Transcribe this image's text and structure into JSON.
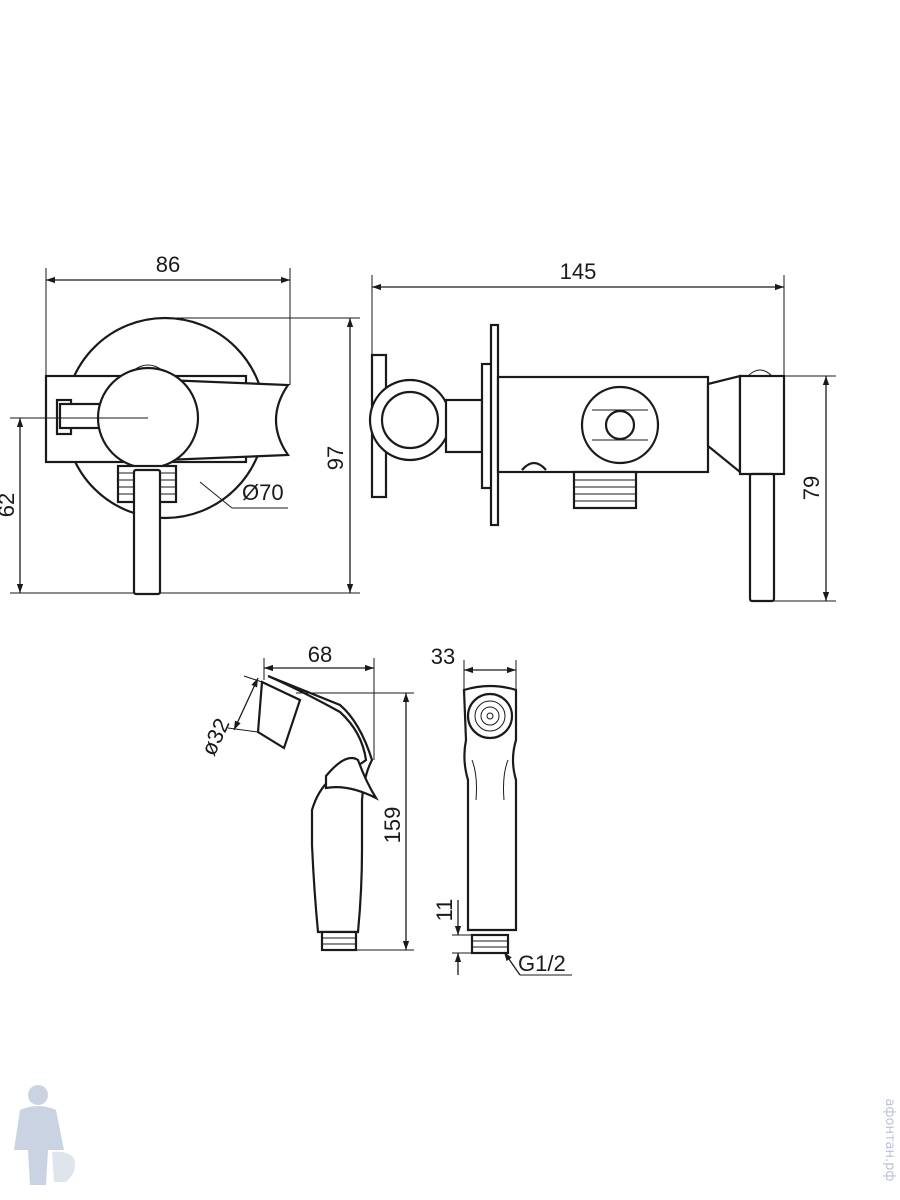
{
  "dimensions": {
    "front_width": "86",
    "front_height": "97",
    "lever_height": "62",
    "flange_diameter": "Ø70",
    "side_length": "145",
    "side_height": "79",
    "handle_depth": "68",
    "handle_head_diameter": "ø32",
    "handle_length": "159",
    "handle_width": "33",
    "thread_length": "11",
    "thread_size": "G1/2"
  },
  "watermark": {
    "site": "афонтан.рф"
  },
  "colors": {
    "line": "#1a1a1a",
    "watermark": "#b9c3d6"
  }
}
